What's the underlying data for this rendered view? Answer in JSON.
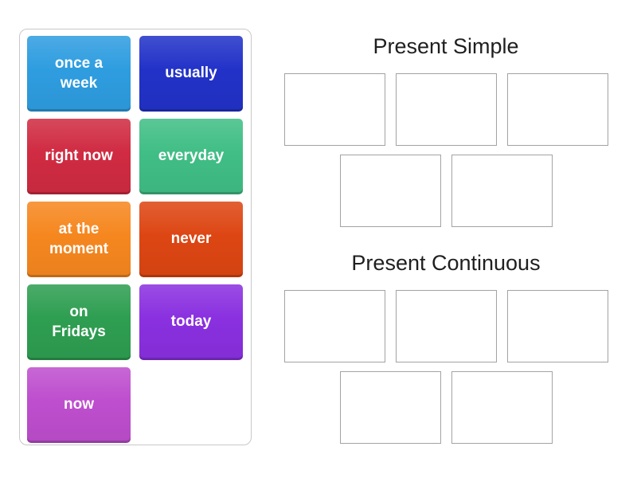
{
  "word_bank": {
    "tiles": [
      {
        "label": "once a week",
        "color": "#2e9de0"
      },
      {
        "label": "usually",
        "color": "#2232c8"
      },
      {
        "label": "right now",
        "color": "#d02b42"
      },
      {
        "label": "everyday",
        "color": "#40be85"
      },
      {
        "label": "at the moment",
        "color": "#f6871f"
      },
      {
        "label": "never",
        "color": "#dd4613"
      },
      {
        "label": "on Fridays",
        "color": "#2e9e51"
      },
      {
        "label": "today",
        "color": "#8a30e0"
      },
      {
        "label": "now",
        "color": "#be4ece"
      }
    ]
  },
  "groups": [
    {
      "title": "Present Simple",
      "slots_per_row": [
        3,
        2
      ]
    },
    {
      "title": "Present Continuous",
      "slots_per_row": [
        3,
        2
      ]
    }
  ],
  "colors": {
    "tile_text": "#ffffff",
    "slot_border": "#a3a3a3",
    "panel_border": "#c8c8c8",
    "title_text": "#1f1f1f",
    "background": "#ffffff"
  }
}
